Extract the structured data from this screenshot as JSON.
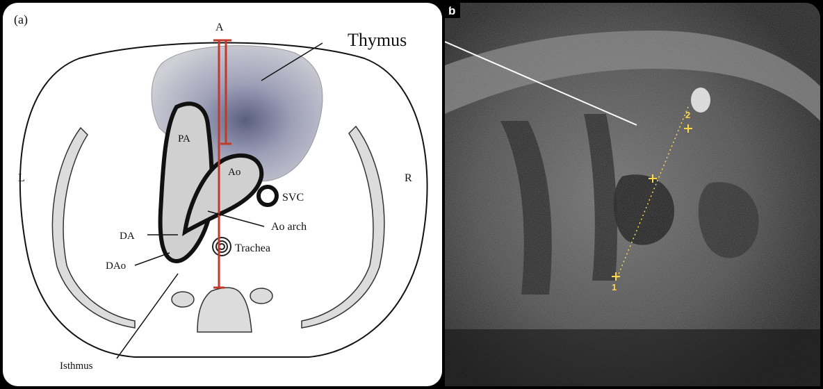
{
  "panel_a": {
    "panel_label": "(a)",
    "labels": {
      "anterior": "A",
      "thymus": "Thymus",
      "pa": "PA",
      "ao": "Ao",
      "svc": "SVC",
      "ao_arch": "Ao arch",
      "trachea": "Trachea",
      "da": "DA",
      "dao": "DAo",
      "isthmus": "Isthmus",
      "left": "L",
      "right": "R"
    }
  },
  "panel_b": {
    "panel_label": "b",
    "markers": {
      "first": "1",
      "second": "2"
    }
  },
  "colors": {
    "measure_line": "#c0392b",
    "thymus_fill": "#6a6f8e",
    "organ_fill": "#d0d0d0",
    "marker": "#ffd84a"
  }
}
